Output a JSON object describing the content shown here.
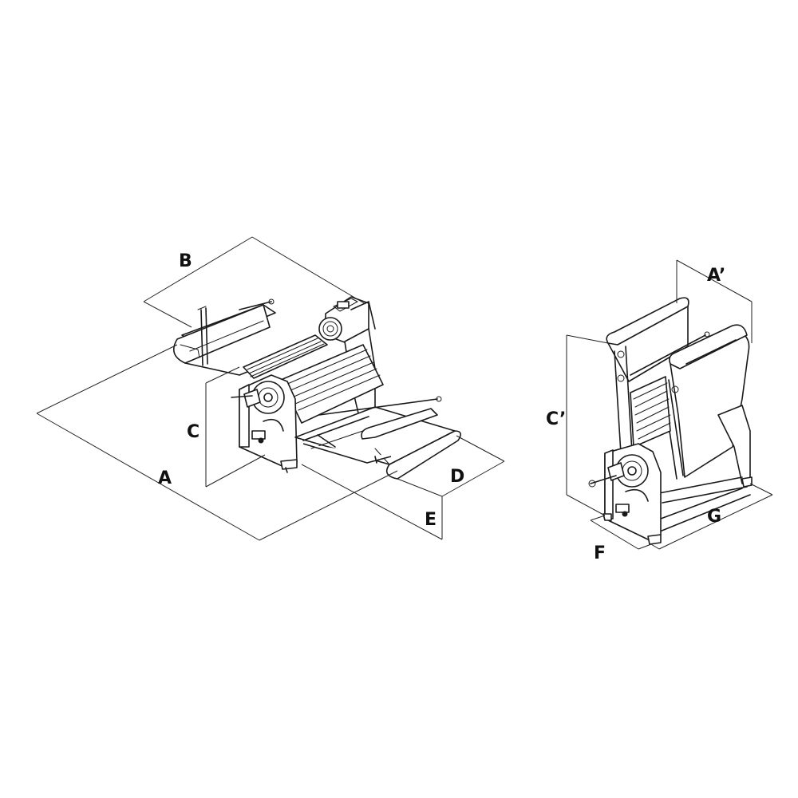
{
  "dimension_labels": {
    "A": "A",
    "B": "B",
    "C": "C",
    "D": "D",
    "E": "E",
    "A_prime": "A’",
    "C_prime": "C’",
    "F": "F",
    "G": "G"
  },
  "colors": {
    "line": "#1a1a1a",
    "background": "#ffffff"
  }
}
